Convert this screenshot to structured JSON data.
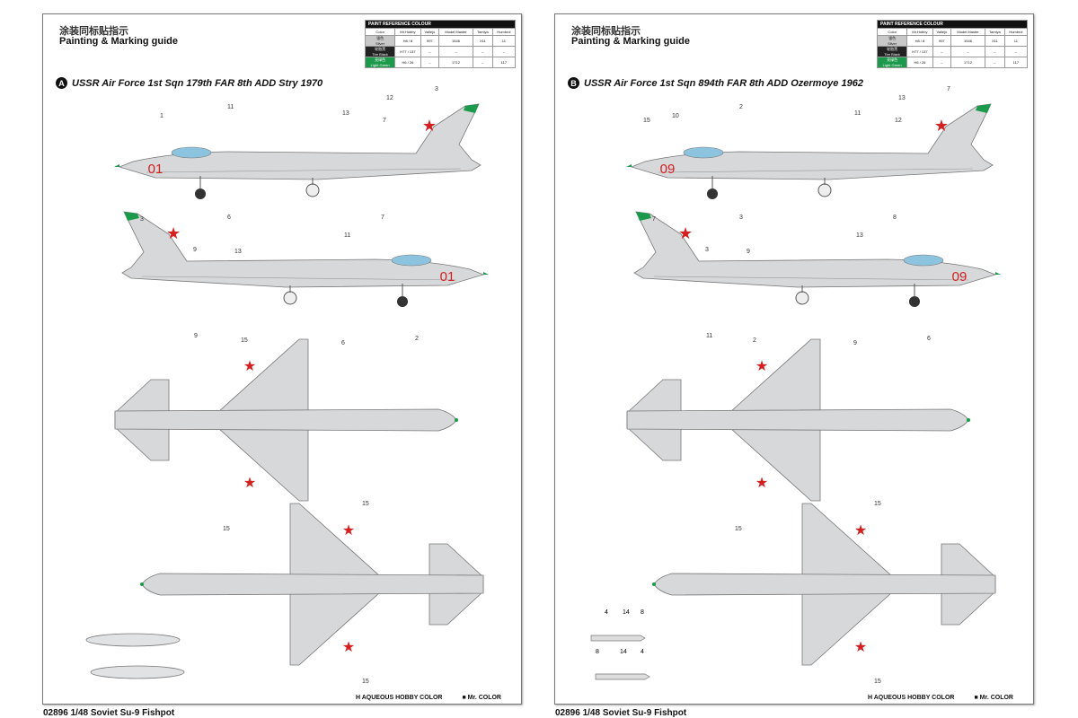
{
  "header": {
    "chinese": "涂装同标贴指示",
    "english": "Painting & Marking guide"
  },
  "paint_table": {
    "title": "PAINT REFERENCE COLOUR",
    "columns": [
      "Color",
      "Mr.Hobby",
      "Vallejo",
      "Model Master",
      "Tamiya",
      "Humbrol"
    ],
    "rows": [
      {
        "color_cn": "银色",
        "color": "Silver",
        "mr_hobby": "H8",
        "mr_color": "8",
        "vallejo": "997",
        "model_master": "1546",
        "tamiya": "X11",
        "humbrol": "11",
        "swatch": "#c8c8c8"
      },
      {
        "color_cn": "轮胎黑",
        "color": "Tire Black",
        "mr_hobby": "H77",
        "mr_color": "137",
        "vallejo": "–",
        "model_master": "–",
        "tamiya": "–",
        "humbrol": "–",
        "swatch": "#222222"
      },
      {
        "color_cn": "亮绿色",
        "color": "Light Green",
        "mr_hobby": "H6",
        "mr_color": "26",
        "vallejo": "–",
        "model_master": "1712",
        "tamiya": "–",
        "humbrol": "117",
        "swatch": "#1a9a4a"
      }
    ]
  },
  "panels": [
    {
      "badge": "A",
      "title": "USSR Air Force 1st Sqn 179th FAR 8th ADD Stry 1970",
      "tail_number": "01",
      "stores": "tanks",
      "callouts": [
        "1",
        "11",
        "13",
        "12",
        "7",
        "3",
        "6",
        "7",
        "3",
        "9",
        "13",
        "11",
        "9",
        "6",
        "2",
        "15",
        "15",
        "15",
        "15"
      ]
    },
    {
      "badge": "B",
      "title": "USSR Air Force 1st Sqn 894th FAR 8th ADD Ozermoye 1962",
      "tail_number": "09",
      "stores": "missiles",
      "callouts": [
        "10",
        "2",
        "11",
        "13",
        "12",
        "7",
        "3",
        "8",
        "7",
        "3",
        "9",
        "13",
        "11",
        "9",
        "6",
        "2",
        "15",
        "15",
        "15",
        "15"
      ],
      "store_labels": [
        "4",
        "14",
        "8",
        "8",
        "14",
        "4"
      ]
    }
  ],
  "legend": {
    "aqueous_icon": "H",
    "aqueous": "AQUEOUS HOBBY COLOR",
    "mrcolor_icon": "■",
    "mrcolor": "Mr. COLOR"
  },
  "footer": "02896 1/48 Soviet Su-9 Fishpot",
  "colors": {
    "silver": "#d6d8da",
    "star_red": "#d42020",
    "fin_green": "#1a9a4a",
    "canopy": "#8cc4e0"
  }
}
